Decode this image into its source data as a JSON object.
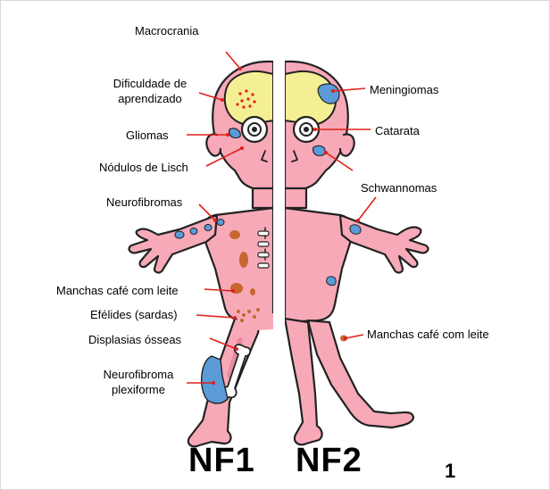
{
  "labels": {
    "nf1": {
      "macrocrania": "Macrocrania",
      "dificuldade_line1": "Dificuldade de",
      "dificuldade_line2": "aprendizado",
      "gliomas": "Gliomas",
      "nodulos": "Nódulos de Lisch",
      "neurofibromas": "Neurofibromas",
      "manchas": "Manchas café com leite",
      "efelides": "Efélides (sardas)",
      "displasias": "Displasias ósseas",
      "plexiforme_line1": "Neurofibroma",
      "plexiforme_line2": "plexiforme"
    },
    "nf2": {
      "meningiomas": "Meningiomas",
      "catarata": "Catarata",
      "schwannomas": "Schwannomas",
      "manchas": "Manchas café com leite"
    }
  },
  "titles": {
    "nf1": "NF1",
    "nf2": "NF2"
  },
  "figure_number": "1",
  "colors": {
    "skin": "#f7a9b8",
    "skin_shade": "#e98aa0",
    "brain": "#f5ef93",
    "tumor_blue": "#5a9bd8",
    "cafe_spot": "#c7662e",
    "pointer": "#e0201b",
    "outline": "#222222"
  }
}
